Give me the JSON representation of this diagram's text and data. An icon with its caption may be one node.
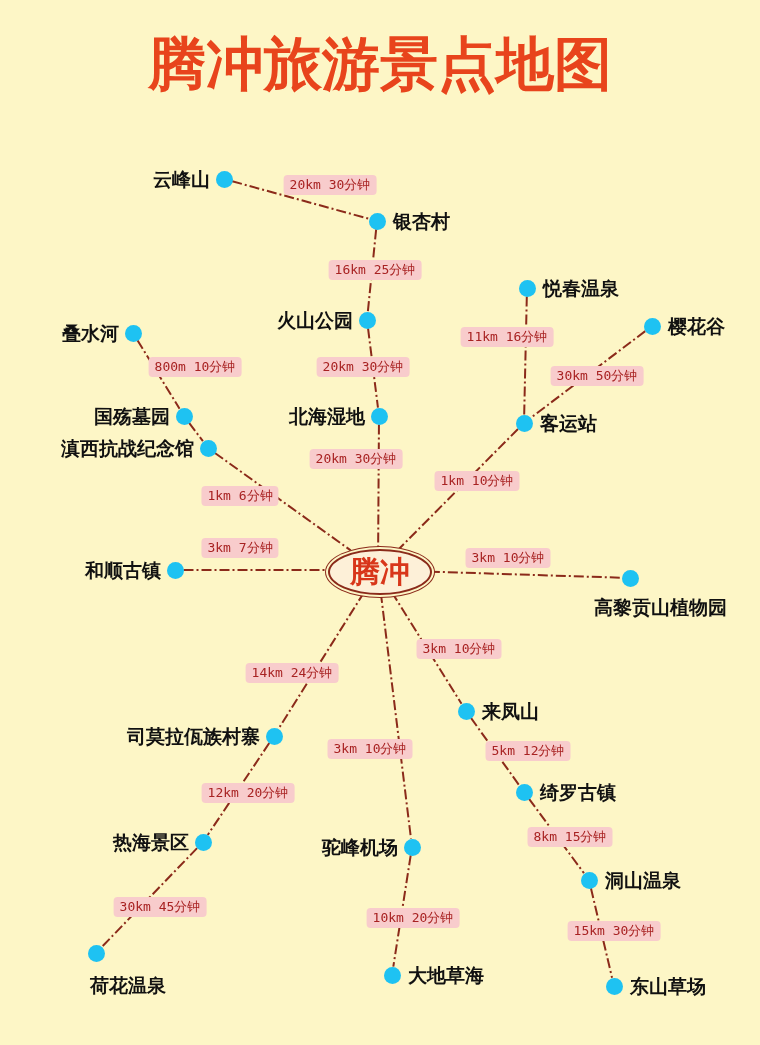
{
  "diagram": {
    "title": "腾冲旅游景点地图",
    "nodes": [
      {
        "text": [],
        "shape": "circle",
        "beside": [
          "云峰山"
        ]
      },
      {
        "text": [],
        "shape": "circle",
        "beside": [
          "银杏村"
        ]
      },
      {
        "text": [],
        "shape": "circle",
        "beside": [
          "悦春温泉"
        ]
      },
      {
        "text": [],
        "shape": "circle",
        "beside": [
          "火山公园"
        ]
      },
      {
        "text": [],
        "shape": "circle",
        "beside": [
          "樱花谷"
        ]
      },
      {
        "text": [],
        "shape": "circle",
        "beside": [
          "叠水河"
        ]
      },
      {
        "text": [],
        "shape": "circle",
        "beside": [
          "北海湿地"
        ]
      },
      {
        "text": [],
        "shape": "circle",
        "beside": [
          "国殇墓园"
        ]
      },
      {
        "text": [],
        "shape": "circle",
        "beside": [
          "客运站"
        ]
      },
      {
        "text": [],
        "shape": "circle",
        "beside": [
          "滇西抗战纪念馆"
        ]
      },
      {
        "text": [
          "腾冲"
        ]
      },
      {
        "text": [],
        "shape": "circle",
        "beside": [
          "和顺古镇"
        ]
      },
      {
        "text": [],
        "shape": "circle",
        "beside": [
          "高黎贡山植物园"
        ]
      },
      {
        "text": [],
        "shape": "circle",
        "beside": [
          "来凤山"
        ]
      },
      {
        "text": [],
        "shape": "circle",
        "beside": [
          "司莫拉佤族村寨"
        ]
      },
      {
        "text": [],
        "shape": "circle",
        "beside": [
          "绮罗古镇"
        ]
      },
      {
        "text": [],
        "shape": "circle",
        "beside": [
          "热海景区"
        ]
      },
      {
        "text": [],
        "shape": "circle",
        "beside": [
          "驼峰机场"
        ]
      },
      {
        "text": [],
        "shape": "circle",
        "beside": [
          "洞山温泉"
        ]
      },
      {
        "text": [],
        "shape": "circle",
        "beside": [
          "荷花温泉"
        ]
      },
      {
        "text": [],
        "shape": "circle",
        "beside": [
          "大地草海"
        ]
      },
      {
        "text": [],
        "shape": "circle",
        "beside": [
          "东山草场"
        ]
      }
    ],
    "edges": [
      {
        "from": 0,
        "to": 1,
        "arrow": "none",
        "label": "20km 30分钟"
      },
      {
        "from": 1,
        "to": 3,
        "arrow": "none",
        "label": "16km 25分钟"
      },
      {
        "from": 3,
        "to": 6,
        "arrow": "none",
        "label": "20km 30分钟"
      },
      {
        "from": 6,
        "to": 10,
        "arrow": "none",
        "label": "20km 30分钟"
      },
      {
        "from": 2,
        "to": 8,
        "arrow": "none",
        "label": "11km 16分钟"
      },
      {
        "from": 4,
        "to": 8,
        "arrow": "none",
        "label": "30km 50分钟"
      },
      {
        "from": 8,
        "to": 10,
        "arrow": "none",
        "label": "1km 10分钟"
      },
      {
        "from": 5,
        "to": 7,
        "arrow": "none",
        "label": "800m 10分钟"
      },
      {
        "from": 7,
        "to": 9,
        "arrow": "none"
      },
      {
        "from": 9,
        "to": 10,
        "arrow": "none",
        "label": "1km 6分钟"
      },
      {
        "from": 11,
        "to": 10,
        "arrow": "none",
        "label": "3km 7分钟"
      },
      {
        "from": 10,
        "to": 12,
        "arrow": "none",
        "label": "3km 10分钟"
      },
      {
        "from": 10,
        "to": 14,
        "arrow": "none",
        "label": "14km 24分钟"
      },
      {
        "from": 14,
        "to": 16,
        "arrow": "none",
        "label": "12km 20分钟"
      },
      {
        "from": 16,
        "to": 19,
        "arrow": "none",
        "label": "30km 45分钟"
      },
      {
        "from": 10,
        "to": 17,
        "arrow": "none",
        "label": "3km 10分钟"
      },
      {
        "from": 17,
        "to": 20,
        "arrow": "none",
        "label": "10km 20分钟"
      },
      {
        "from": 10,
        "to": 13,
        "arrow": "none",
        "label": "3km 10分钟"
      },
      {
        "from": 13,
        "to": 15,
        "arrow": "none",
        "label": "5km 12分钟"
      },
      {
        "from": 15,
        "to": 18,
        "arrow": "none",
        "label": "8km 15分钟"
      },
      {
        "from": 18,
        "to": 21,
        "arrow": "none",
        "label": "15km 30分钟"
      }
    ]
  }
}
